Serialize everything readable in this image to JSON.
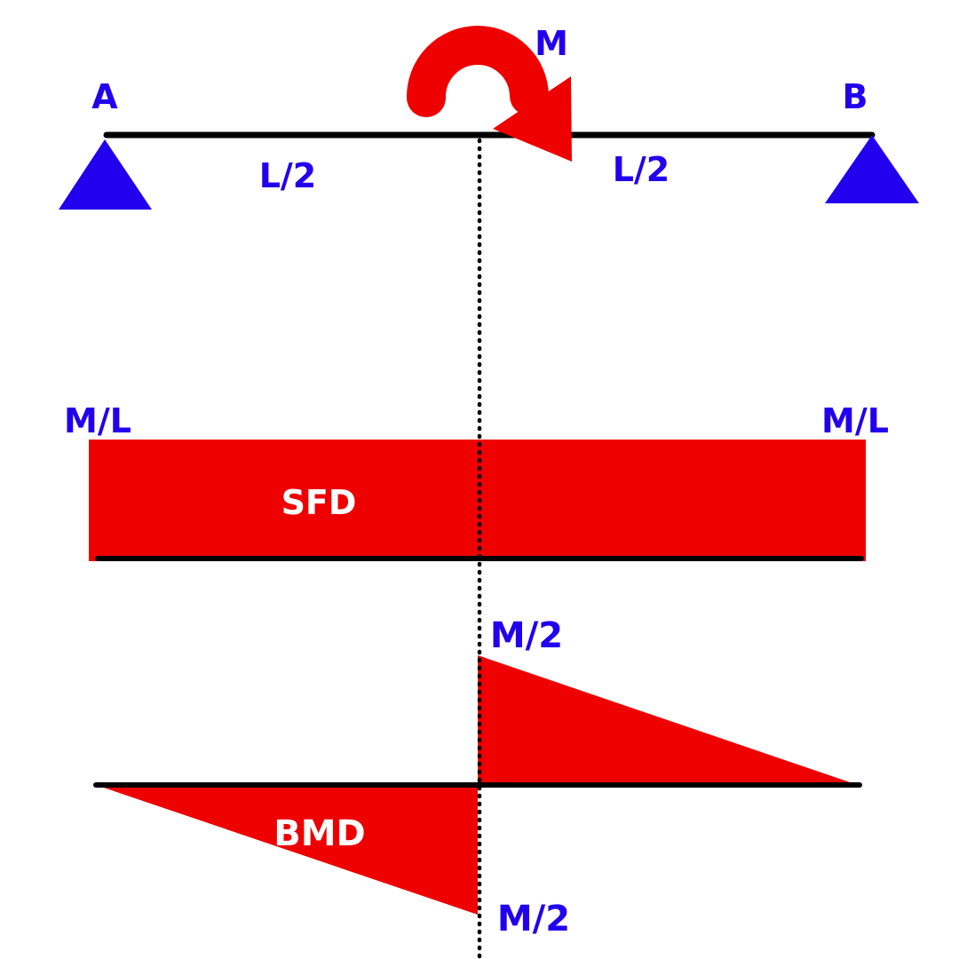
{
  "colors": {
    "label": "#2200ee",
    "diagram_fill": "#ee0000",
    "line": "#000000",
    "inner_label": "#ffffff",
    "background": "#ffffff"
  },
  "beam": {
    "support_a_label": "A",
    "support_b_label": "B",
    "moment_label": "M",
    "left_span_label": "L/2",
    "right_span_label": "L/2"
  },
  "sfd": {
    "left_value_label": "M/L",
    "right_value_label": "M/L",
    "title": "SFD"
  },
  "bmd": {
    "positive_value_label": "M/2",
    "negative_value_label": "M/2",
    "title": "BMD"
  }
}
